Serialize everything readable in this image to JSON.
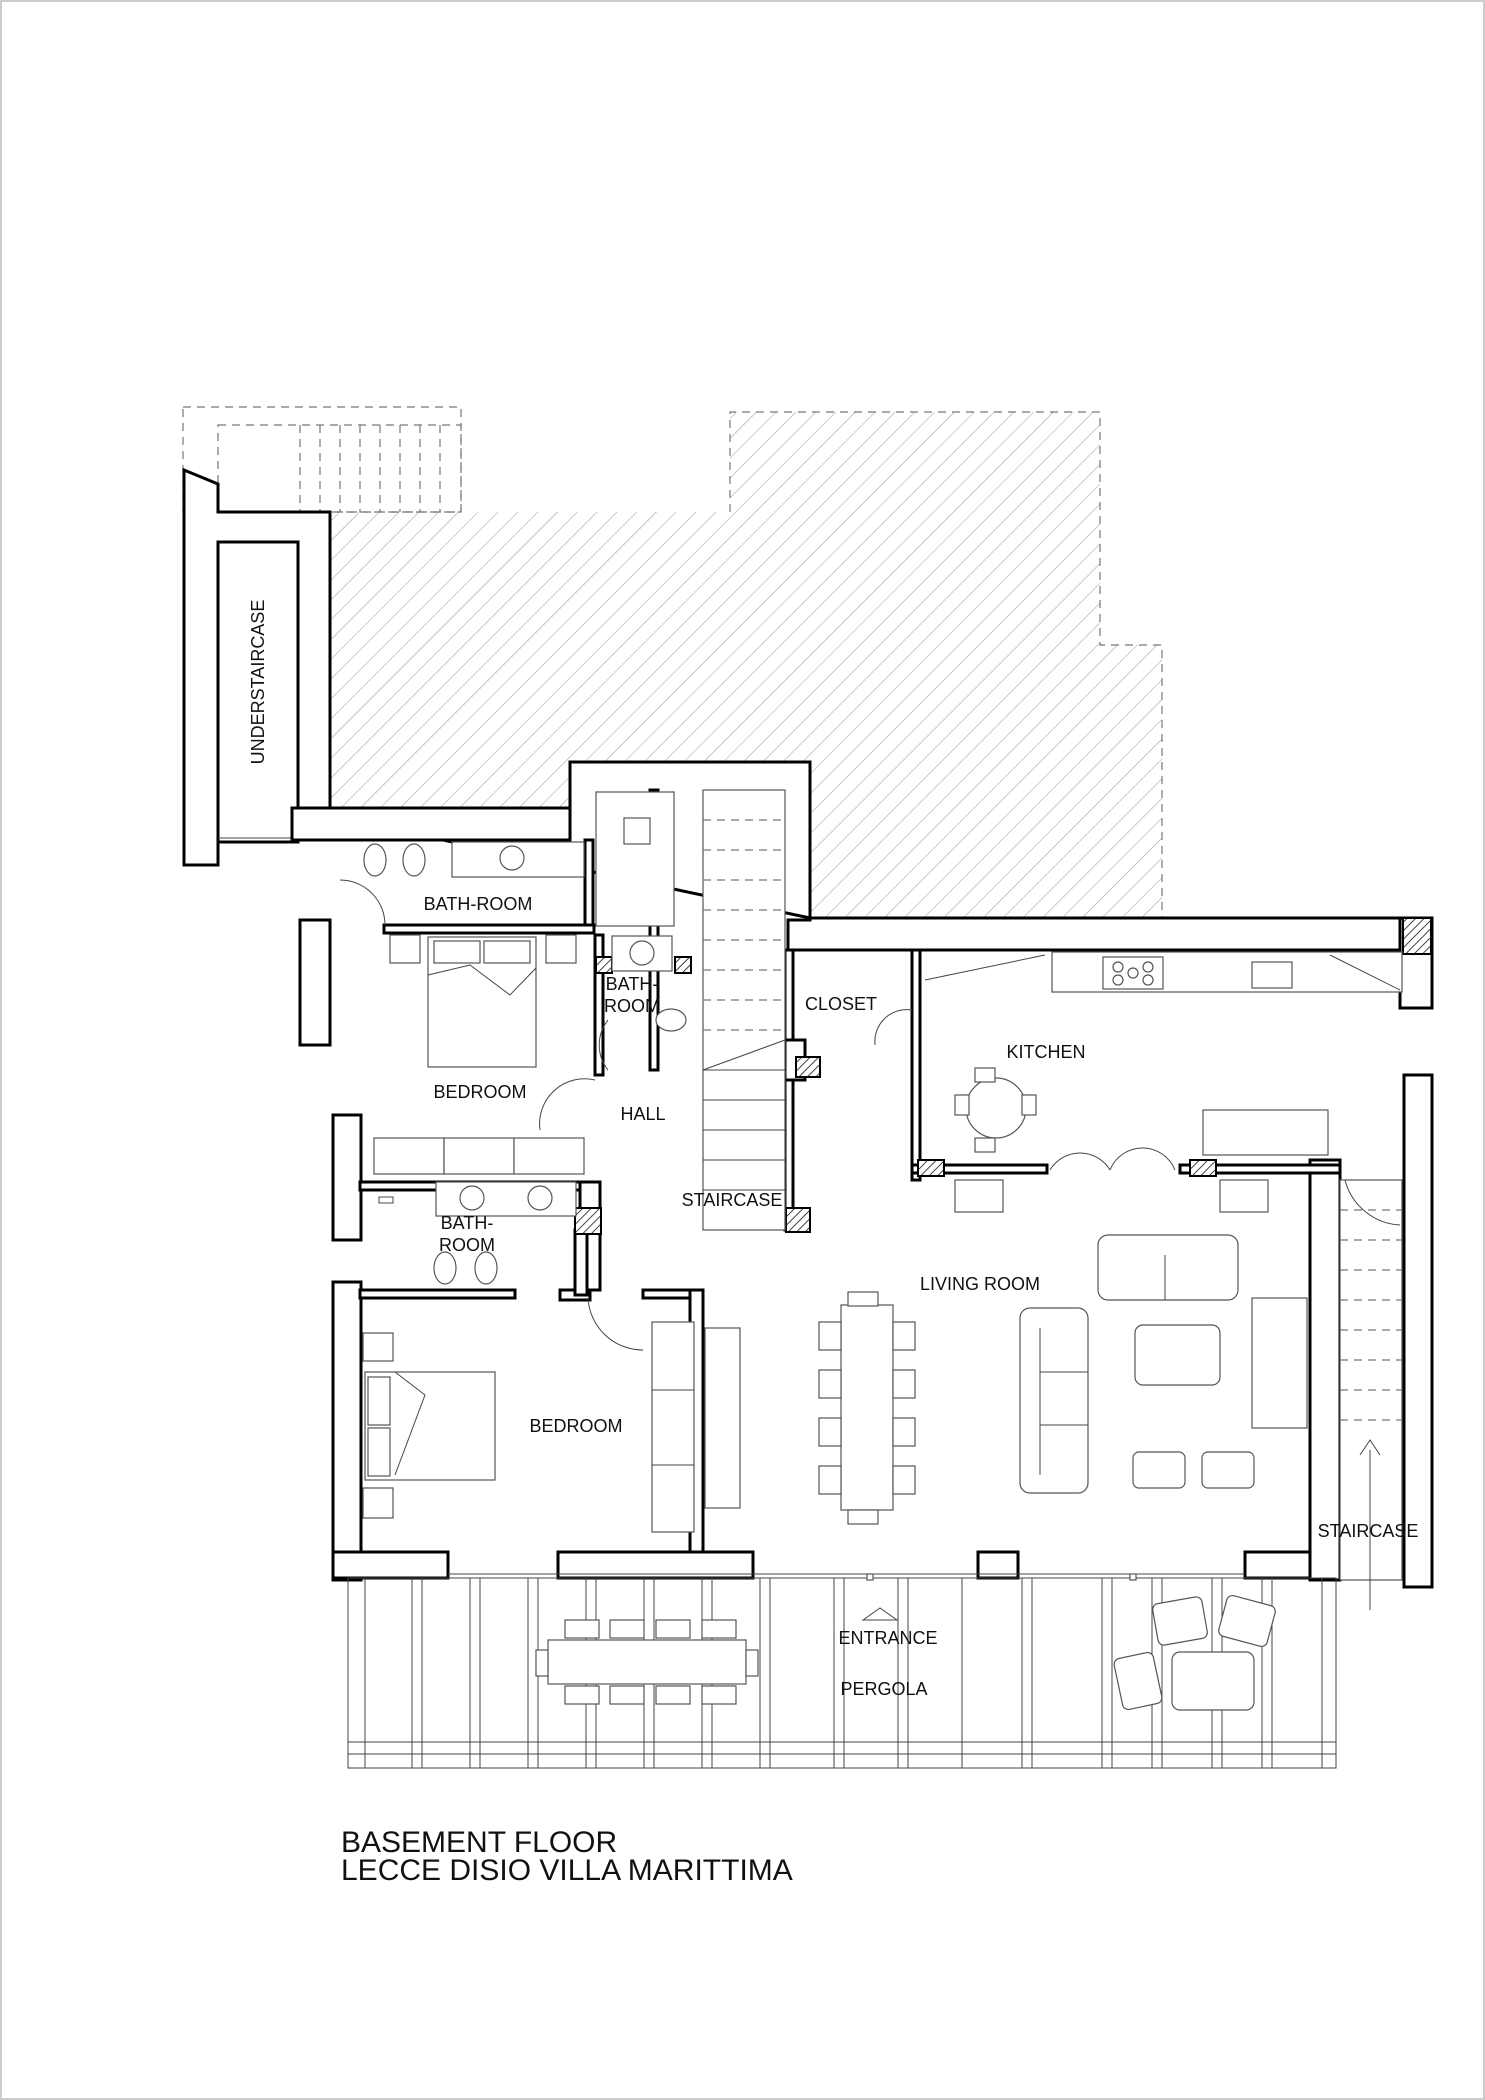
{
  "drawing": {
    "title_line1": "BASEMENT FLOOR",
    "title_line2": "LECCE DISIO VILLA MARITTIMA"
  },
  "rooms": {
    "understaircase": "UNDERSTAIRCASE",
    "bathroom_top": "BATH-ROOM",
    "bathroom_small_1": "BATH-",
    "bathroom_small_2": "ROOM",
    "closet": "CLOSET",
    "kitchen": "KITCHEN",
    "bedroom_top": "BEDROOM",
    "hall": "HALL",
    "staircase_center": "STAIRCASE",
    "bathroom_mid_1": "BATH-",
    "bathroom_mid_2": "ROOM",
    "living_room": "LIVING ROOM",
    "bedroom_bottom": "BEDROOM",
    "staircase_right": "STAIRCASE",
    "entrance": "ENTRANCE",
    "pergola": "PERGOLA"
  }
}
